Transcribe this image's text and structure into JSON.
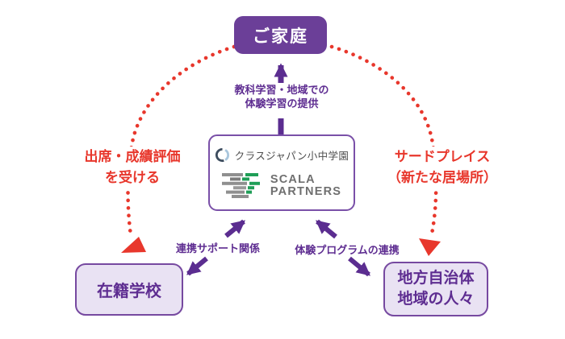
{
  "diagram": {
    "title_context": "class-japan-partnership-diagram",
    "nodes": {
      "family": {
        "label": "ご家庭"
      },
      "center": {
        "org1": "クラスジャパン小中学園",
        "org2_line1": "SCALA",
        "org2_line2": "PARTNERS"
      },
      "school": {
        "label": "在籍学校"
      },
      "local": {
        "line1": "地方自治体",
        "line2": "地域の人々"
      }
    },
    "edges": {
      "provide": {
        "line1": "教科学習・地域での",
        "line2": "体験学習の提供"
      },
      "attendance": {
        "line1": "出席・成績評価",
        "line2": "を受ける"
      },
      "third_place": {
        "line1": "サードプレイス",
        "line2": "（新たな居場所）"
      },
      "support": {
        "label": "連携サポート関係"
      },
      "program": {
        "label": "体験プログラムの連携"
      }
    },
    "icons": {
      "class_japan_mark": "circle-ring-icon",
      "scala_mark": "stacked-bars-icon"
    },
    "colors": {
      "purple_text": "#5e2d91",
      "purple_arrow": "#5b2d90",
      "purple_fill": "#6b3f98",
      "purple_border": "#7649a0",
      "light_purple_fill": "#e9e2f3",
      "red": "#e8372c",
      "logo_navy": "#3e4d5f",
      "logo_blue": "#a9c6dd",
      "logo_gray": "#8f8f8f",
      "logo_green": "#1f9e57"
    }
  }
}
